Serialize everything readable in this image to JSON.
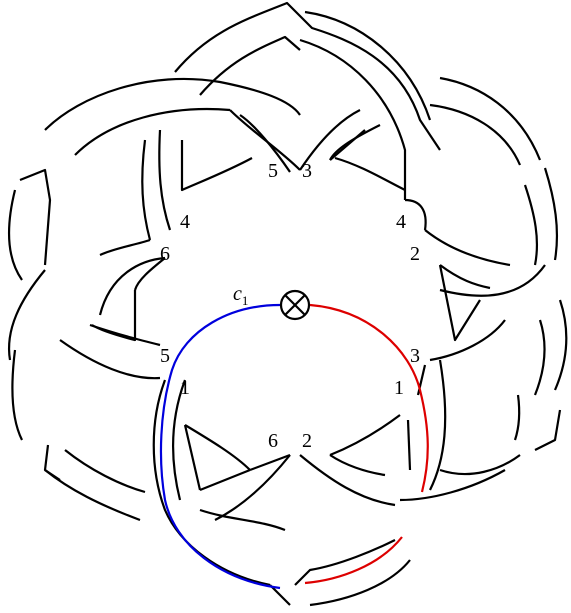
{
  "diagram": {
    "path_label": "c",
    "path_label_sub": "1",
    "crossing_labels": {
      "top_left": "5",
      "top_right": "3",
      "upper_left_a": "4",
      "upper_left_b": "6",
      "upper_right_a": "4",
      "upper_right_b": "2",
      "mid_left_a": "5",
      "mid_left_b": "1",
      "mid_right_a": "3",
      "mid_right_b": "1",
      "bottom_left": "6",
      "bottom_right": "2"
    },
    "colors": {
      "strand": "#000000",
      "left_path": "#0000dd",
      "right_path": "#dd0000"
    }
  }
}
